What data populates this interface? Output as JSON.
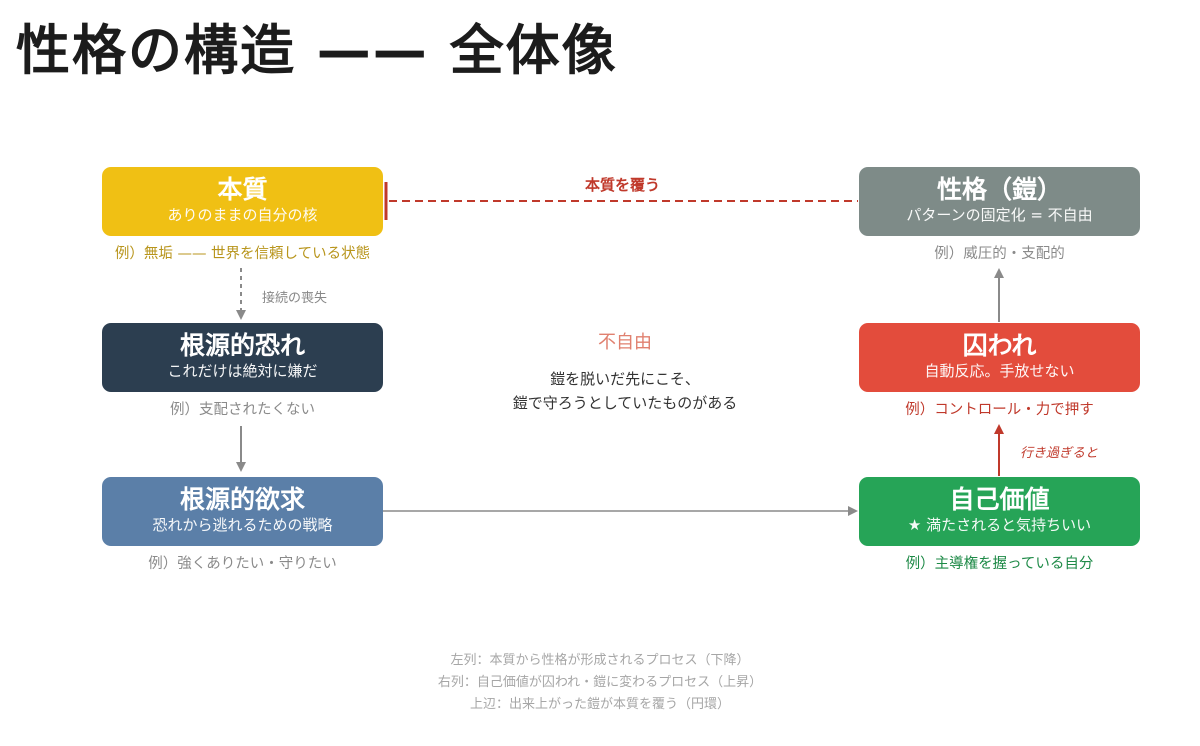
{
  "title": "性格の構造 —— 全体像",
  "colors": {
    "honshitsu": "#f0c014",
    "osore": "#2c3e50",
    "yokkyu": "#5b7fa8",
    "seikaku": "#7e8b88",
    "toraware": "#e34c3c",
    "jikokachi": "#26a457",
    "overlay_line": "#c0392b",
    "arrow_gray": "#8a8a8a"
  },
  "nodes": {
    "honshitsu": {
      "title": "本質",
      "subtitle": "ありのままの自分の核",
      "example": "例）無垢 —— 世界を信頼している状態"
    },
    "osore": {
      "title": "根源的恐れ",
      "subtitle": "これだけは絶対に嫌だ",
      "example": "例）支配されたくない"
    },
    "yokkyu": {
      "title": "根源的欲求",
      "subtitle": "恐れから逃れるための戦略",
      "example": "例）強くありたい・守りたい"
    },
    "seikaku": {
      "title": "性格（鎧）",
      "subtitle": "パターンの固定化 = 不自由",
      "example": "例）威圧的・支配的"
    },
    "toraware": {
      "title": "囚われ",
      "subtitle": "自動反応。手放せない",
      "example": "例）コントロール・力で押す"
    },
    "jikokachi": {
      "title": "自己価値",
      "subtitle": "★ 満たされると気持ちいい",
      "example": "例）主導権を握っている自分"
    }
  },
  "edge_labels": {
    "overlay": "本質を覆う",
    "loss": "接続の喪失",
    "excess": "行き過ぎると"
  },
  "center": {
    "heading": "不自由",
    "line1": "鎧を脱いだ先にこそ、",
    "line2": "鎧で守ろうとしていたものがある"
  },
  "footnotes": [
    "左列：本質から性格が形成されるプロセス（下降）",
    "右列：自己価値が囚われ・鎧に変わるプロセス（上昇）",
    "上辺：出来上がった鎧が本質を覆う（円環）"
  ]
}
